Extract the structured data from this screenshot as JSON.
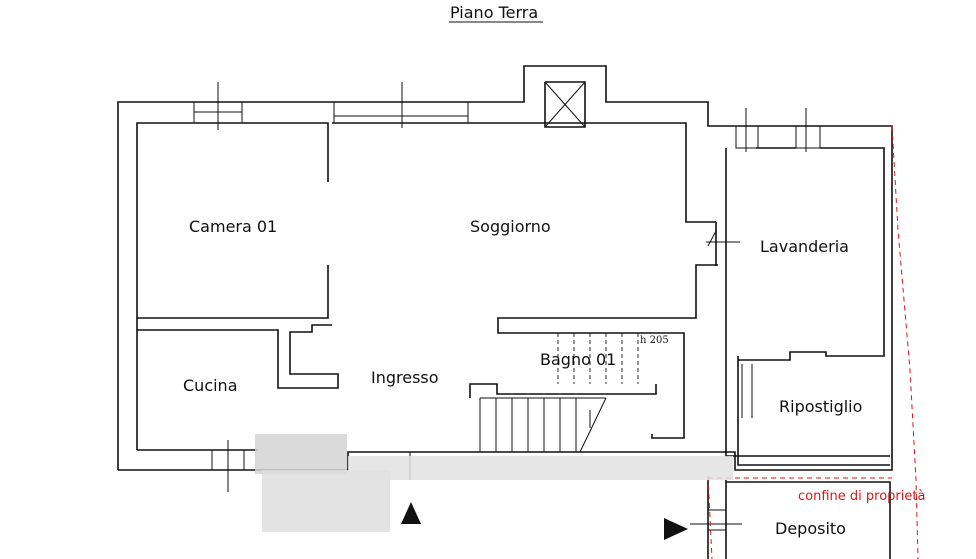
{
  "title": "Piano Terra",
  "rooms": {
    "camera": "Camera 01",
    "soggiorno": "Soggiorno",
    "lavanderia": "Lavanderia",
    "cucina": "Cucina",
    "ingresso": "Ingresso",
    "bagno": "Bagno 01",
    "ripostiglio": "Ripostiglio",
    "deposito": "Deposito"
  },
  "stair_height": "h 205",
  "boundary_label": "confine di proprietà",
  "colors": {
    "walls": "#111111",
    "boundary": "#d21a1a",
    "blur": "#c8c8c8"
  },
  "icons": {
    "north_arrow": "triangle-up-icon",
    "entrance_arrow": "triangle-right-icon"
  }
}
